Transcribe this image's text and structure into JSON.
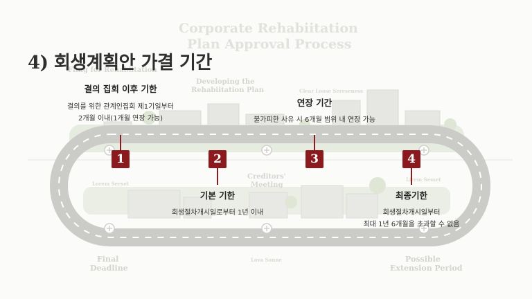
{
  "title": {
    "number": "4)",
    "text": "회생계획안 가결 기간"
  },
  "background_labels": {
    "heading_line1": "Corporate Rehabiitation",
    "heading_line2": "Plan Approval Process",
    "filing": "Fling for Rehabiitation",
    "developing_line1": "Developing the",
    "developing_line2": "Rehabiitation Plan",
    "clear_loose": "Clear Loose Sereseness",
    "lorem_left": "Lorem Seeset",
    "creditors_line1": "Creditors'",
    "creditors_line2": "Meeting",
    "lorem_right": "Lirem Sesset",
    "final_line1": "Final",
    "final_line2": "Deadline",
    "love_sonne": "Lova Sonne",
    "possible_line1": "Possible",
    "possible_line2": "Extension Period"
  },
  "steps": [
    {
      "marker": "1",
      "heading": "결의 집회 이후 기한",
      "line1": "결의를 위한 관계인집회 제1기일부터",
      "line2": "2개월 이내(1개월 연장 가능)"
    },
    {
      "marker": "2",
      "heading": "기본 기한",
      "line1": "회생절차개시일로부터 1년 이내",
      "line2": ""
    },
    {
      "marker": "3",
      "heading": "연장 기간",
      "line1": "불가피한 사유 시 6개월 범위 내 연장 가능",
      "line2": ""
    },
    {
      "marker": "4",
      "heading": "최종기한",
      "line1": "회생절차개시일부터",
      "line2": "최대 1년 6개월을 초과할 수 없음"
    }
  ],
  "colors": {
    "accent": "#8b1a1e",
    "road": "#c9c9c6",
    "greenery": "#e2ead8"
  }
}
